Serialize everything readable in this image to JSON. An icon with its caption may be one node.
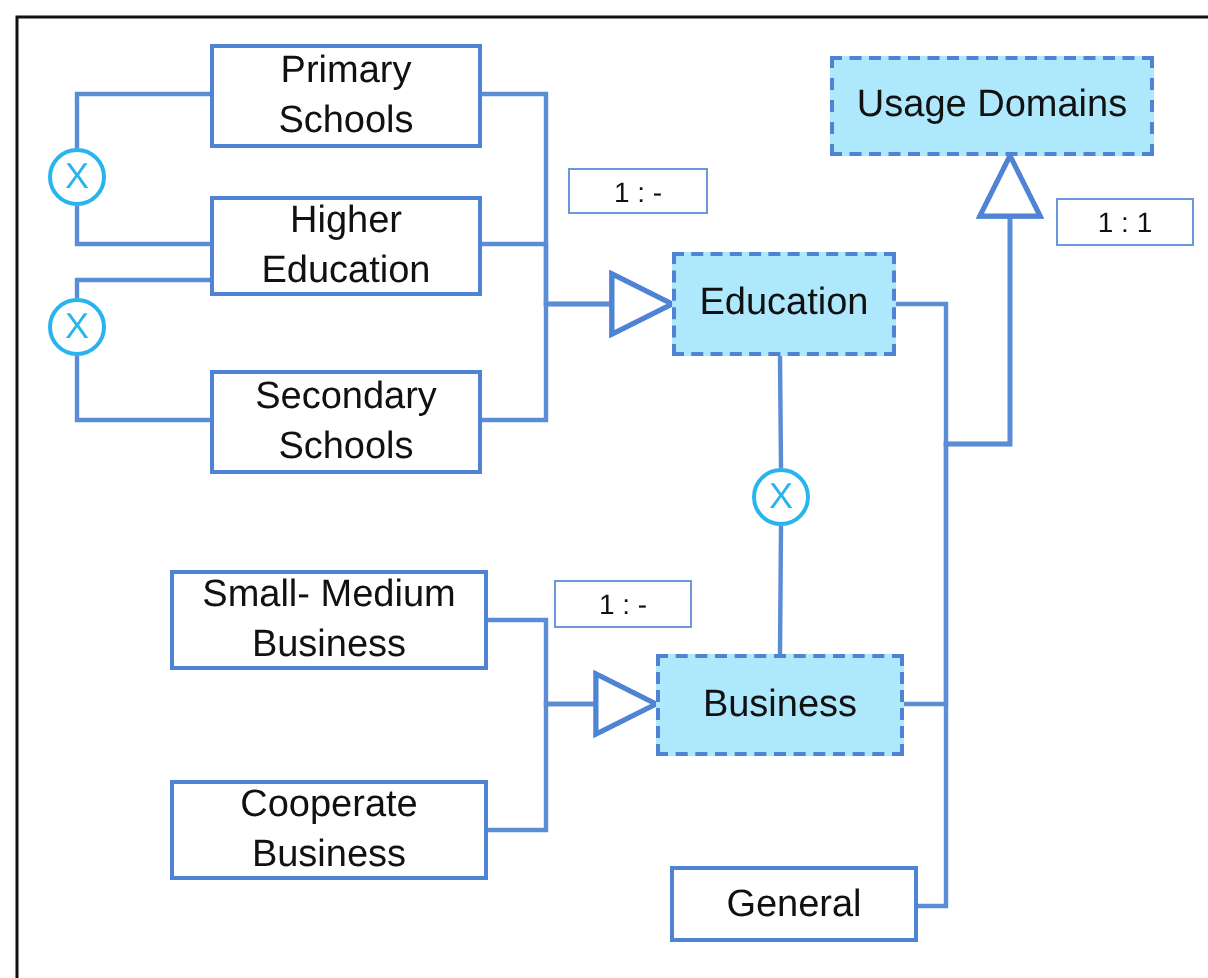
{
  "diagram": {
    "nodes": [
      {
        "text": [
          "Primary Schools"
        ]
      },
      {
        "text": [
          "X"
        ]
      },
      {
        "text": [
          "Higher Education"
        ]
      },
      {
        "text": [
          "X"
        ]
      },
      {
        "text": [
          "Secondary Schools"
        ]
      },
      {
        "text": [
          "Usage Domains"
        ]
      },
      {
        "text": [
          "1 : -"
        ]
      },
      {
        "text": [
          "1 : 1"
        ]
      },
      {
        "text": [
          "Education"
        ]
      },
      {
        "text": [
          "X"
        ]
      },
      {
        "text": [
          "Small- Medium Business"
        ]
      },
      {
        "text": [
          "1 : -"
        ]
      },
      {
        "text": [
          "Business"
        ]
      },
      {
        "text": [
          "Cooperate Business"
        ]
      },
      {
        "text": [
          "General"
        ]
      }
    ],
    "edges": [
      {
        "from": 0,
        "to": 8,
        "arrow": "to"
      },
      {
        "from": 2,
        "to": 8,
        "arrow": "to"
      },
      {
        "from": 4,
        "to": 8,
        "arrow": "to"
      },
      {
        "from": 0,
        "to": 1,
        "arrow": "none"
      },
      {
        "from": 1,
        "to": 2,
        "arrow": "none"
      },
      {
        "from": 2,
        "to": 3,
        "arrow": "none"
      },
      {
        "from": 3,
        "to": 4,
        "arrow": "none"
      },
      {
        "from": 8,
        "to": 9,
        "arrow": "none"
      },
      {
        "from": 9,
        "to": 12,
        "arrow": "none"
      },
      {
        "from": 10,
        "to": 12,
        "arrow": "to"
      },
      {
        "from": 13,
        "to": 12,
        "arrow": "to"
      },
      {
        "from": 8,
        "to": 5,
        "arrow": "to"
      },
      {
        "from": 12,
        "to": 5,
        "arrow": "to"
      },
      {
        "from": 14,
        "to": 5,
        "arrow": "to"
      }
    ]
  }
}
